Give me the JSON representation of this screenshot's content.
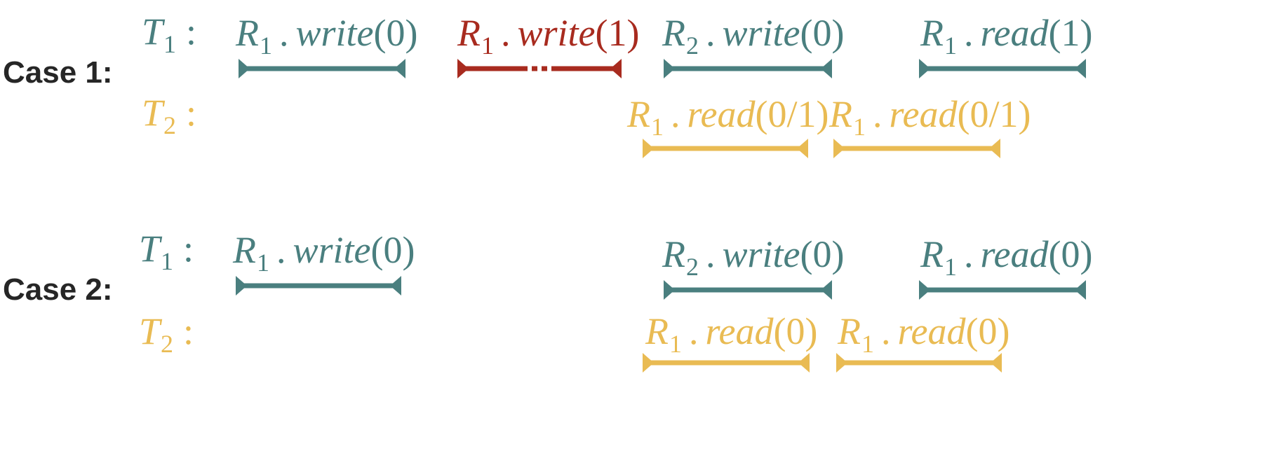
{
  "colors": {
    "thread1": "#4a7f7f",
    "thread2": "#e9bb53",
    "highlight": "#a82b1f",
    "label": "#262626"
  },
  "thread_labels": {
    "t1": {
      "letter": "T",
      "sub": "1",
      "colon": ":"
    },
    "t2": {
      "letter": "T",
      "sub": "2",
      "colon": ":"
    }
  },
  "cases": [
    {
      "label": "Case 1:",
      "operations": [
        {
          "thread": "T1",
          "reg": "R",
          "reg_sub": "1",
          "dot": ".",
          "method": "write",
          "arg": "(0)",
          "style": "teal"
        },
        {
          "thread": "T1",
          "reg": "R",
          "reg_sub": "1",
          "dot": ".",
          "method": "write",
          "arg": "(1)",
          "style": "red-dashed"
        },
        {
          "thread": "T1",
          "reg": "R",
          "reg_sub": "2",
          "dot": ".",
          "method": "write",
          "arg": "(0)",
          "style": "teal"
        },
        {
          "thread": "T1",
          "reg": "R",
          "reg_sub": "1",
          "dot": ".",
          "method": "read",
          "arg": "(1)",
          "style": "teal"
        },
        {
          "thread": "T2",
          "reg": "R",
          "reg_sub": "1",
          "dot": ".",
          "method": "read",
          "arg": "(0/1)",
          "style": "yellow"
        },
        {
          "thread": "T2",
          "reg": "R",
          "reg_sub": "1",
          "dot": ".",
          "method": "read",
          "arg": "(0/1)",
          "style": "yellow"
        }
      ]
    },
    {
      "label": "Case 2:",
      "operations": [
        {
          "thread": "T1",
          "reg": "R",
          "reg_sub": "1",
          "dot": ".",
          "method": "write",
          "arg": "(0)",
          "style": "teal"
        },
        {
          "thread": "T1",
          "reg": "R",
          "reg_sub": "2",
          "dot": ".",
          "method": "write",
          "arg": "(0)",
          "style": "teal"
        },
        {
          "thread": "T1",
          "reg": "R",
          "reg_sub": "1",
          "dot": ".",
          "method": "read",
          "arg": "(0)",
          "style": "teal"
        },
        {
          "thread": "T2",
          "reg": "R",
          "reg_sub": "1",
          "dot": ".",
          "method": "read",
          "arg": "(0)",
          "style": "yellow"
        },
        {
          "thread": "T2",
          "reg": "R",
          "reg_sub": "1",
          "dot": ".",
          "method": "read",
          "arg": "(0)",
          "style": "yellow"
        }
      ]
    }
  ]
}
